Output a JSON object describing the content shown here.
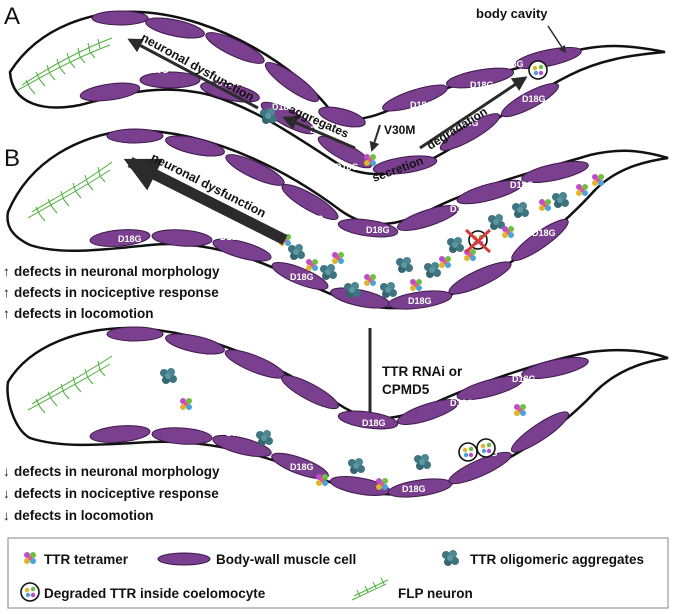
{
  "panel_a": {
    "letter": "A",
    "label_body_cavity": "body cavity",
    "label_neuronal_dysfunction": "neuronal dysfunction",
    "label_aggregates": "aggregates",
    "label_v30m": "V30M",
    "label_secretion": "secretion",
    "label_degradation": "degradation"
  },
  "panel_b": {
    "letter": "B",
    "label_neuronal_dysfunction": "neuronal dysfunction",
    "effects_up": [
      "defects in neuronal morphology",
      "defects in nociceptive response",
      "defects in locomotion"
    ],
    "treatment_line1": "TTR RNAi or",
    "treatment_line2": "CPMD5",
    "effects_down": [
      "defects in neuronal morphology",
      "defects in nociceptive response",
      "defects in locomotion"
    ]
  },
  "muscle_label": "D18G",
  "legend": {
    "tetramer": "TTR tetramer",
    "muscle": "Body-wall muscle cell",
    "aggregates": "TTR oligomeric aggregates",
    "degraded": "Degraded TTR inside coelomocyte",
    "flp": "FLP neuron"
  },
  "colors": {
    "muscle": "#7b3f8f",
    "muscle_dark": "#3d1a4a",
    "aggregate": "#3f7580",
    "flp": "#4caf3a",
    "arrow": "#2b2b2b"
  }
}
